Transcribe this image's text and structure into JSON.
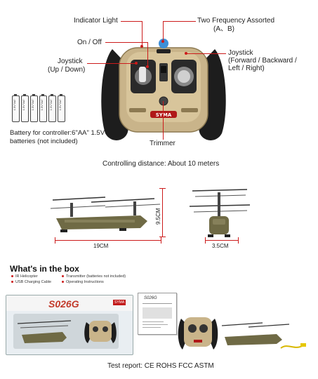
{
  "controller_section": {
    "labels": {
      "indicator_light": "Indicator Light",
      "two_frequency": "Two Frequency Assorted",
      "two_frequency_sub": "(A、B)",
      "on_off": "On / Off",
      "joystick_left_title": "Joystick",
      "joystick_left_sub": "(Up / Down)",
      "joystick_right_title": "Joystick",
      "joystick_right_sub1": "(Forward / Backward /",
      "joystick_right_sub2": "Left / Right)",
      "trimmer": "Trimmer",
      "logo_text": "SYMA"
    },
    "battery": {
      "cell_label": "1.5V\"AA\"",
      "note_line1": "Battery for controller:6\"AA\" 1.5V",
      "note_line2": "batteries (not included)"
    },
    "controlling_distance": "Controlling distance: About 10 meters"
  },
  "dimensions_section": {
    "height_label": "9.5CM",
    "length_label": "19CM",
    "width_label": "3.5CM"
  },
  "box_section": {
    "title": "What's in the box",
    "items": [
      "IR Helicopter",
      "Transmitter (batteries not included)",
      "USB Charging Cable",
      "Operating Instructions"
    ],
    "box_brand": "S026G",
    "box_logo": "SYMA",
    "manual_title": "S026G"
  },
  "test_report": "Test report: CE  ROHS FCC ASTM",
  "colors": {
    "accent_red": "#cc1b1b",
    "controller_gold": "#c9b48a",
    "controller_black": "#1d1d1d",
    "heli_olive": "#6f6a45"
  }
}
